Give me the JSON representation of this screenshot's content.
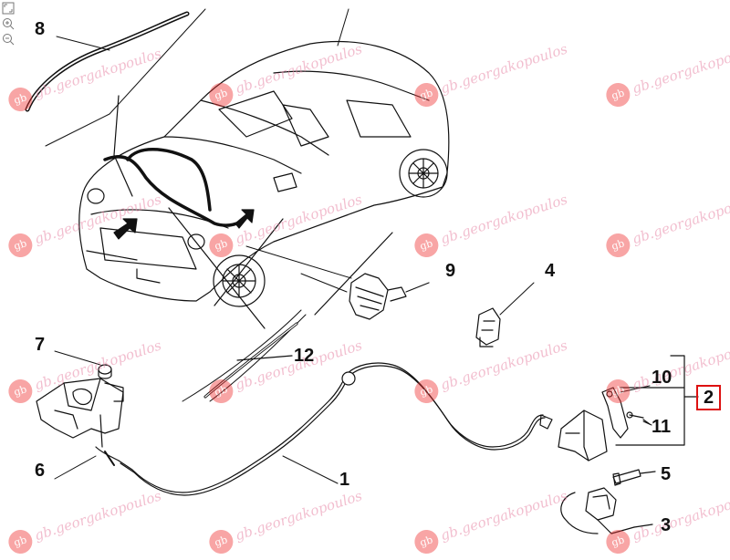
{
  "toolbar": {
    "icons": [
      "fit-icon",
      "zoom-in-icon",
      "zoom-out-icon"
    ]
  },
  "callouts": {
    "c1": "1",
    "c2": "2",
    "c3": "3",
    "c4": "4",
    "c5": "5",
    "c6": "6",
    "c7": "7",
    "c8": "8",
    "c9": "9",
    "c10": "10",
    "c11": "11",
    "c12": "12"
  },
  "watermark": {
    "text": "gb.georgakopoulos"
  },
  "colors": {
    "highlight_box": "#dd1111",
    "watermark": "#e88aa8",
    "line": "#111111"
  }
}
